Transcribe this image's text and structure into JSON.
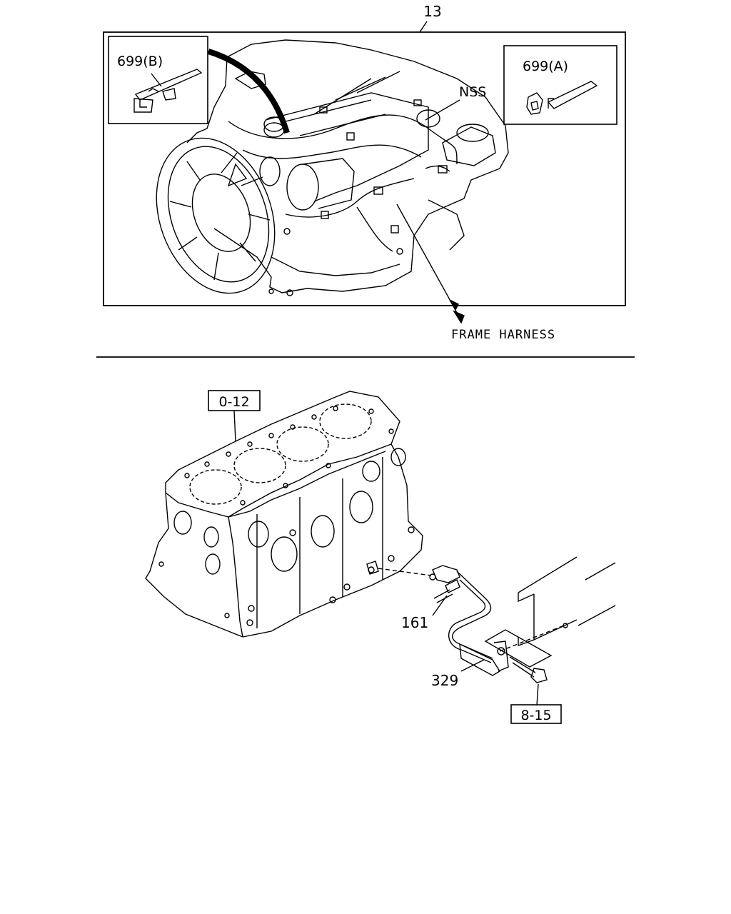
{
  "top_diagram": {
    "callout_main": "13",
    "inset_b_label": "699(B)",
    "inset_a_label": "699(A)",
    "nss_label": "NSS",
    "frame_harness_label": "FRAME HARNESS"
  },
  "bottom_diagram": {
    "ref_block_label": "0-12",
    "part_bolt_label": "161",
    "part_strap_label": "329",
    "ref_frame_label": "8-15"
  }
}
